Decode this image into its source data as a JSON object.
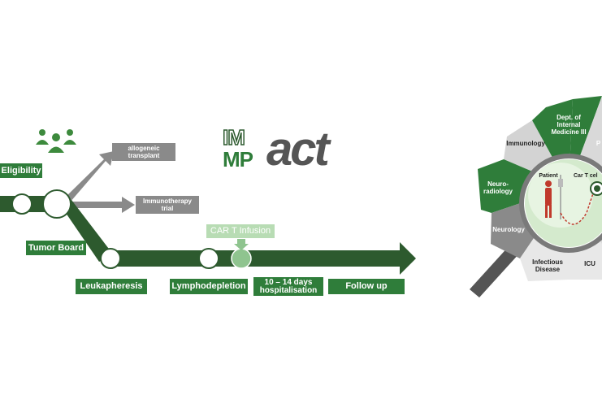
{
  "logo": {
    "part1": "IM",
    "part2": "MP",
    "part3": "act"
  },
  "timeline": {
    "eligibility": "Eligibility",
    "tumor_board": "Tumor Board",
    "allogeneic": "allogeneic transplant",
    "immunotherapy": "Immunotherapy trial",
    "car_t_infusion": "CAR T Infusion",
    "leukapheresis": "Leukapheresis",
    "lymphodepletion": "Lymphodepletion",
    "hospitalisation_line1": "10 – 14  days",
    "hospitalisation_line2": "hospitalisation",
    "follow_up": "Follow up"
  },
  "wheel": {
    "dept_internal": "Dept. of Internal Medicine III",
    "immunology": "Immunology",
    "neuroradiology": "Neuro-radiology",
    "neurology": "Neurology",
    "infectious": "Infectious Disease",
    "icu": "ICU",
    "patient": "Patient",
    "car_t_cell": "Car T cel",
    "partial_p": "P"
  },
  "colors": {
    "dark_green": "#2d5a2e",
    "mid_green": "#2f7d3a",
    "light_green": "#8fc48f",
    "grey": "#8a8a8a",
    "people_icon": "#3d8a3d"
  }
}
